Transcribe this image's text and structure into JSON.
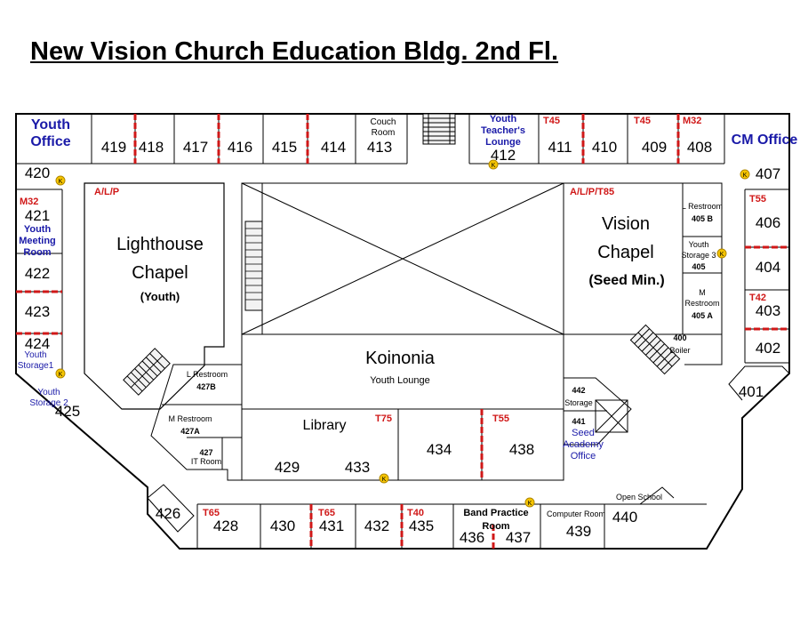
{
  "title": "New Vision Church Education Bldg. 2nd Fl.",
  "rooms": {
    "r419": "419",
    "r418": "418",
    "r417": "417",
    "r416": "416",
    "r415": "415",
    "r414": "414",
    "r413": "413",
    "couch_room": "Couch\nRoom",
    "r412": "412",
    "r411": "411",
    "r410": "410",
    "r409": "409",
    "r408": "408",
    "r407": "407",
    "r406": "406",
    "r404": "404",
    "r403": "403",
    "r402": "402",
    "r401": "401",
    "r420": "420",
    "r421": "421",
    "r422": "422",
    "r423": "423",
    "r424": "424",
    "r425": "425",
    "r426": "426",
    "r428": "428",
    "r430": "430",
    "r431": "431",
    "r432": "432",
    "r435": "435",
    "r436": "436",
    "r437": "437",
    "r439": "439",
    "r440": "440",
    "r429": "429",
    "r433": "433",
    "r434": "434",
    "r438": "438",
    "r405b": "405 B",
    "r405": "405",
    "r405a": "405 A",
    "r427b": "427B",
    "r427a": "427A",
    "r427": "427",
    "r442": "442",
    "r441": "441",
    "r400": "400"
  },
  "labels": {
    "youth_office": "Youth\nOffice",
    "cm_office": "CM Office",
    "youth_teachers_lounge": "Youth\nTeacher's\nLounge",
    "youth_meeting_room": "Youth\nMeeting\nRoom",
    "youth_storage1": "Youth\nStorage1",
    "youth_storage2": "Youth\nStorage 2",
    "lighthouse": "Lighthouse\nChapel",
    "lighthouse_sub": "(Youth)",
    "vision": "Vision\nChapel",
    "vision_sub": "(Seed Min.)",
    "koinonia": "Koinonia",
    "youth_lounge": "Youth Lounge",
    "library": "Library",
    "l_restroom_left": "L Restroom",
    "m_restroom_left": "M Restroom",
    "it_room": "IT Room",
    "l_restroom_right": "L Restroom",
    "youth_storage3": "Youth\nStorage 3",
    "m_restroom_right": "M\nRestroom",
    "boiler": "Boiler",
    "storage": "Storage",
    "seed_academy": "Seed\nAcademy\nOffice",
    "open_school": "Open School",
    "computer_room": "Computer Room",
    "band_practice": "Band Practice\nRoom"
  },
  "tags": {
    "alp_left": "A/L/P",
    "alp_right": "A/L/P/T85",
    "m32_left": "M32",
    "t45_a": "T45",
    "t45_b": "T45",
    "m32_right": "M32",
    "t55_right": "T55",
    "t42": "T42",
    "t75": "T75",
    "t55_mid": "T55",
    "t65_a": "T65",
    "t65_b": "T65",
    "t40": "T40"
  },
  "key_marker": "K",
  "colors": {
    "wall": "#000000",
    "red_tag": "#d01818",
    "blue_label": "#1a1aa8",
    "key_fill": "#f5c400"
  }
}
